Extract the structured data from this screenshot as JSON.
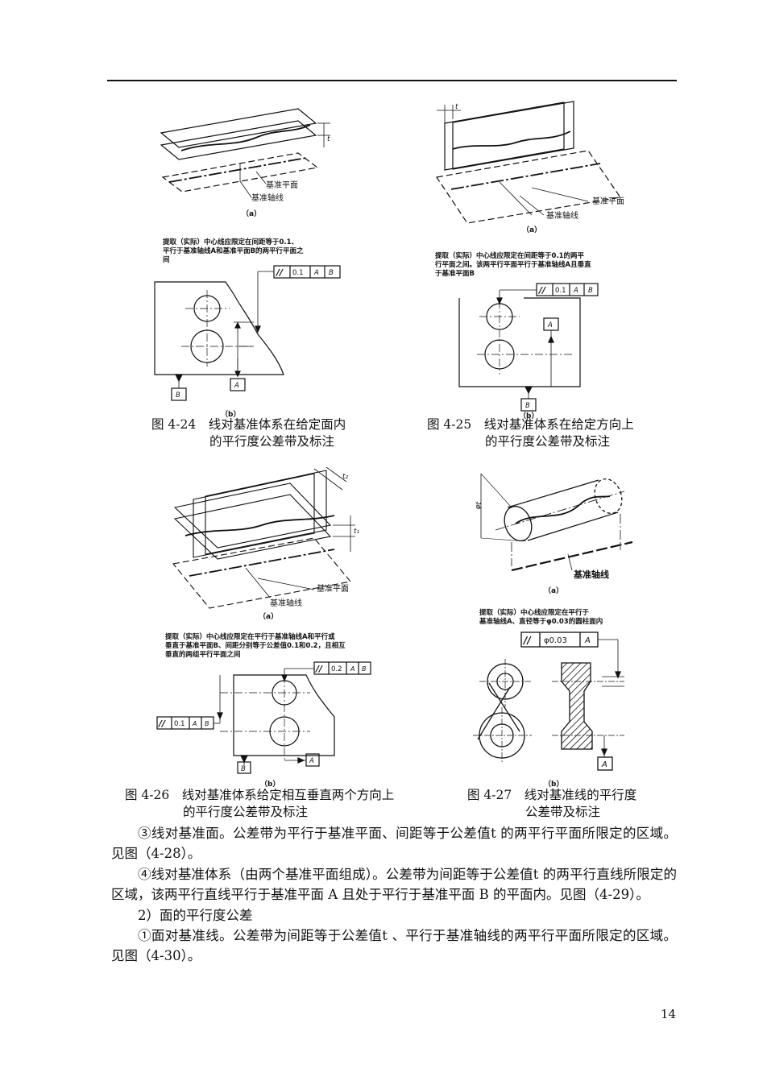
{
  "figures": {
    "f24": {
      "a_labels": {
        "plane": "基准平面",
        "axis": "基准轴线",
        "t": "t",
        "sub": "（a）"
      },
      "note_lines": [
        "提取（实际）中心线应限定在间距等于0.1、",
        "平行于基准轴线A和基准平面B的两平行平面之",
        "间"
      ],
      "frame": {
        "symbol": "//",
        "value": "0.1",
        "datum1": "A",
        "datum2": "B"
      },
      "datum_a": "A",
      "datum_b": "B",
      "sub_b": "（b）",
      "caption_line1": "图 4-24　线对基准体系在给定面内",
      "caption_line2": "的平行度公差带及标注"
    },
    "f25": {
      "a_labels": {
        "plane": "基准平面",
        "axis": "基准轴线",
        "t": "t",
        "sub": "（a）"
      },
      "note_lines": [
        "提取（实际）中心线应限定在间距等于0.1的两平",
        "行平面之间。该两平行平面平行于基准轴线A且垂直",
        "于基准平面B"
      ],
      "frame": {
        "symbol": "//",
        "value": "0.1",
        "datum1": "A",
        "datum2": "B"
      },
      "datum_a": "A",
      "datum_b": "B",
      "sub_b": "（b）",
      "caption_line1": "图 4-25　线对基准体系在给定方向上",
      "caption_line2": "的平行度公差带及标注"
    },
    "f26": {
      "a_labels": {
        "plane": "基准平面",
        "axis": "基准轴线",
        "t1": "t₁",
        "t2": "t₂",
        "sub": "（a）"
      },
      "note_lines": [
        "提取（实际）中心线应限定在平行于基准轴线A和平行或",
        "垂直于基准平面B、间距分别等于公差值0.1和0.2，且相互",
        "垂直的两组平行平面之间"
      ],
      "frame1": {
        "symbol": "//",
        "value": "0.2",
        "datum1": "A",
        "datum2": "B"
      },
      "frame2": {
        "symbol": "//",
        "value": "0.1",
        "datum1": "A",
        "datum2": "B"
      },
      "datum_a": "A",
      "datum_b": "B",
      "sub_b": "（b）",
      "caption_line1": "图 4-26　线对基准体系给定相互垂直两个方向上",
      "caption_line2": "的平行度公差带及标注"
    },
    "f27": {
      "a_labels": {
        "axis": "基准轴线",
        "phi_t": "φt",
        "sub": "（a）"
      },
      "note_lines": [
        "提取（实际）中心线应限定在平行于",
        "基准轴线A、直径等于φ0.03的圆柱面内"
      ],
      "frame": {
        "symbol": "//",
        "value": "φ0.03",
        "datum1": "A"
      },
      "datum_a": "A",
      "sub_b": "（b）",
      "caption_line1": "图 4-27　线对基准线的平行度",
      "caption_line2": "公差带及标注"
    }
  },
  "paragraphs": [
    "③线对基准面。公差带为平行于基准平面、间距等于公差值t 的两平行平面所限定的区域。见图（4-28）。",
    "④线对基准体系（由两个基准平面组成）。公差带为间距等于公差值t 的两平行直线所限定的区域，该两平行直线平行于基准平面 A 且处于平行于基准平面 B 的平面内。见图（4-29）。",
    "2）面的平行度公差",
    "①面对基准线。公差带为间距等于公差值t 、平行于基准轴线的两平行平面所限定的区域。见图（4-30）。"
  ],
  "page_number": "14"
}
